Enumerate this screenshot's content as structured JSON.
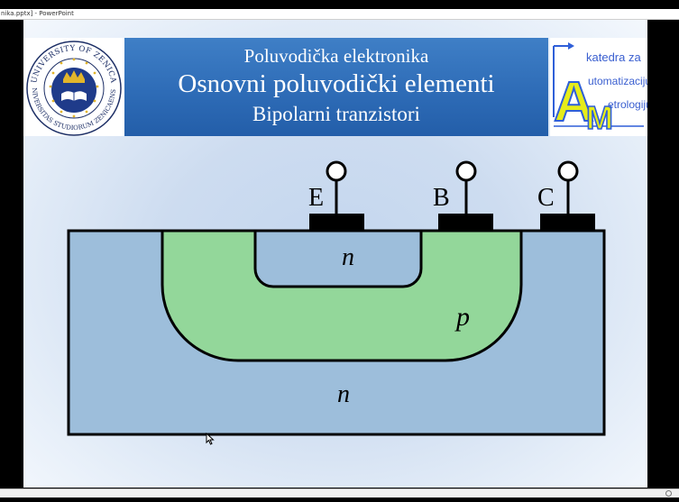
{
  "window": {
    "title": "nika.pptx] - PowerPoint"
  },
  "header": {
    "subject": "Poluvodička elektronika",
    "title": "Osnovni poluvodički elementi",
    "topic": "Bipolarni tranzistori"
  },
  "logos": {
    "left": {
      "ring_top": "UNIVERSITY OF ZENICA",
      "ring_bottom": "UNIVERSITAS STUDIORUM ZENICAENSIS"
    },
    "right": {
      "line1": "katedra za",
      "line2": "utomatizaciju i",
      "line3": "etrologiju",
      "letter_a": "A",
      "letter_m": "M"
    }
  },
  "diagram": {
    "terminals": {
      "emitter": "E",
      "base": "B",
      "collector": "C"
    },
    "regions": {
      "emitter_region": "n",
      "base_region": "p",
      "collector_region": "n"
    },
    "colors": {
      "n_region": "#9dbedb",
      "p_region": "#93d79a",
      "outline": "#000000",
      "contact": "#000000"
    }
  },
  "colors": {
    "header_band": "#2e6cb7",
    "logo_right_accent": "#2f5fd8",
    "logo_right_text": "#3a5fd0"
  }
}
